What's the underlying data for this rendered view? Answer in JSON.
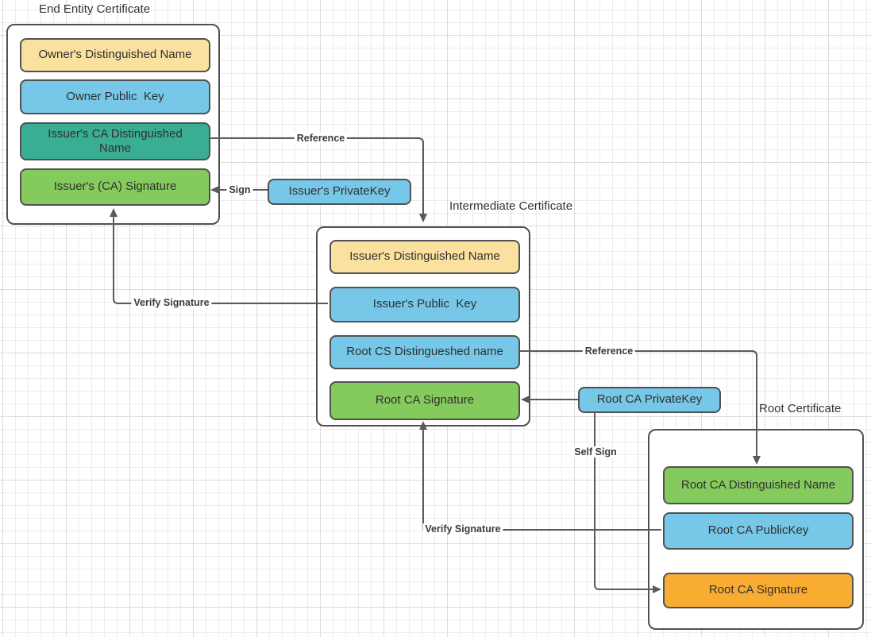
{
  "colors": {
    "border": "#515151",
    "line": "#5a5a5a",
    "text": "#303030",
    "background": "#ffffff",
    "grid_minor": "#ececec",
    "grid_major": "#dcdcdc",
    "yellow": "#FAE19F",
    "blue": "#76C7E8",
    "teal": "#3AAE93",
    "green": "#85CA5C",
    "orange": "#F8AC32"
  },
  "groups": [
    {
      "title": "End Entity Certificate",
      "fields": [
        {
          "label": "Owner's Distinguished Name",
          "color": "#FAE19F"
        },
        {
          "label": "Owner Public  Key",
          "color": "#76C7E8"
        },
        {
          "label": "Issuer's CA Distinguished Name",
          "color": "#3AAE93"
        },
        {
          "label": "Issuer's (CA) Signature",
          "color": "#85CA5C"
        }
      ]
    },
    {
      "title": "Intermediate Certificate",
      "fields": [
        {
          "label": "Issuer's Distinguished Name",
          "color": "#FAE19F"
        },
        {
          "label": "Issuer's Public  Key",
          "color": "#76C7E8"
        },
        {
          "label": "Root CS Distingueshed name",
          "color": "#76C7E8"
        },
        {
          "label": "Root CA Signature",
          "color": "#85CA5C"
        }
      ]
    },
    {
      "title": "Root Certificate",
      "fields": [
        {
          "label": "Root CA Distinguished Name",
          "color": "#85CA5C"
        },
        {
          "label": "Root CA PublicKey",
          "color": "#76C7E8"
        },
        {
          "label": "Root CA Signature",
          "color": "#F8AC32"
        }
      ]
    }
  ],
  "nodes": [
    {
      "label": "Issuer's PrivateKey",
      "color": "#76C7E8"
    },
    {
      "label": "Root CA PrivateKey",
      "color": "#76C7E8"
    }
  ],
  "edges": [
    {
      "label": "Reference"
    },
    {
      "label": "Sign"
    },
    {
      "label": "Verify Signature"
    },
    {
      "label": "Reference"
    },
    {
      "label": "Self Sign"
    },
    {
      "label": "Verify Signature"
    }
  ]
}
